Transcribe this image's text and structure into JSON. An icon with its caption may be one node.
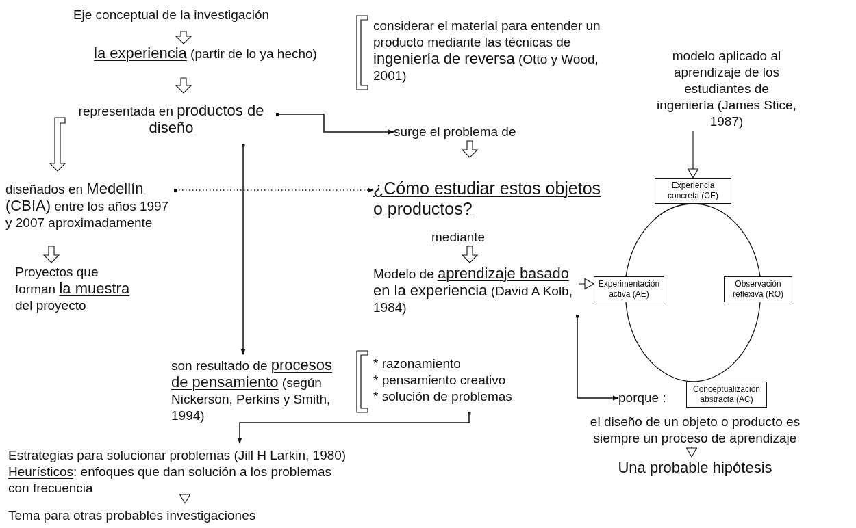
{
  "diagram": {
    "nodes": [
      {
        "text": [
          "Eje conceptual de la investigación"
        ]
      },
      {
        "text": [
          "la experiencia",
          "(partir de lo ya hecho)"
        ]
      },
      {
        "text": [
          "considerar el material para entender un producto mediante las técnicas de",
          "ingeniería de reversa",
          "(Otto y Wood, 2001)"
        ]
      },
      {
        "text": [
          "representada en",
          "productos de diseño"
        ]
      },
      {
        "text": [
          "surge el problema de"
        ]
      },
      {
        "text": [
          "modelo aplicado al aprendizaje de los estudiantes de ingeniería (James Stice, 1987)"
        ]
      },
      {
        "text": [
          "diseñados en",
          "Medellín (CBIA)",
          "entre los años 1997 y 2007 aproximadamente"
        ]
      },
      {
        "text": [
          "¿Cómo estudiar estos objetos o productos?"
        ]
      },
      {
        "text": [
          "mediante"
        ]
      },
      {
        "text": [
          "Modelo de",
          "aprendizaje basado en la experiencia",
          "(David A Kolb, 1984)"
        ]
      },
      {
        "text": [
          "Proyectos que forman",
          "la muestra",
          "del proyecto"
        ]
      },
      {
        "text": [
          "Experiencia concreta (CE)"
        ]
      },
      {
        "text": [
          "Experimentación activa (AE)"
        ]
      },
      {
        "text": [
          "Observación reflexiva (RO)"
        ]
      },
      {
        "text": [
          "Conceptualización abstracta (AC)"
        ]
      },
      {
        "text": [
          "son resultado de",
          "procesos de pensamiento",
          "(según Nickerson, Perkins y Smith, 1994)"
        ]
      },
      {
        "text": [
          "* razonamiento",
          "* pensamiento creativo",
          "* solución de problemas"
        ]
      },
      {
        "text": [
          "Estrategias para solucionar problemas (Jill H Larkin, 1980)",
          "Heurísticos",
          ": enfoques que dan solución a los problemas con frecuencia"
        ]
      },
      {
        "text": [
          "Tema para otras probables investigaciones"
        ]
      },
      {
        "text": [
          "porque :"
        ]
      },
      {
        "text": [
          "el diseño de un objeto o producto es siempre un proceso de aprendizaje"
        ]
      },
      {
        "text": [
          "Una probable",
          "hipótesis"
        ]
      }
    ],
    "edges": [
      {
        "from": 0,
        "to": 1,
        "arrow": "to"
      },
      {
        "from": 1,
        "to": 3,
        "arrow": "to"
      },
      {
        "from": 3,
        "to": 6,
        "arrow": "to"
      },
      {
        "from": 3,
        "to": 4,
        "arrow": "to"
      },
      {
        "from": 3,
        "to": 15,
        "arrow": "to"
      },
      {
        "from": 6,
        "to": 7,
        "arrow": "to",
        "style": "dashed"
      },
      {
        "from": 6,
        "to": 10,
        "arrow": "to"
      },
      {
        "from": 4,
        "to": 7,
        "arrow": "to"
      },
      {
        "from": 8,
        "to": 9,
        "arrow": "to"
      },
      {
        "from": 9,
        "to": 12,
        "arrow": "to"
      },
      {
        "from": 5,
        "to": 11,
        "arrow": "to"
      },
      {
        "from": 9,
        "to": 19,
        "arrow": "to"
      },
      {
        "from": 16,
        "to": 17,
        "arrow": "to"
      },
      {
        "from": 17,
        "to": 18,
        "arrow": "to"
      },
      {
        "from": 20,
        "to": 21,
        "arrow": "to"
      },
      {
        "from": 11,
        "to": 13,
        "arrow": "none"
      },
      {
        "from": 13,
        "to": 14,
        "arrow": "none"
      },
      {
        "from": 14,
        "to": 12,
        "arrow": "none"
      },
      {
        "from": 12,
        "to": 11,
        "arrow": "none"
      }
    ]
  }
}
